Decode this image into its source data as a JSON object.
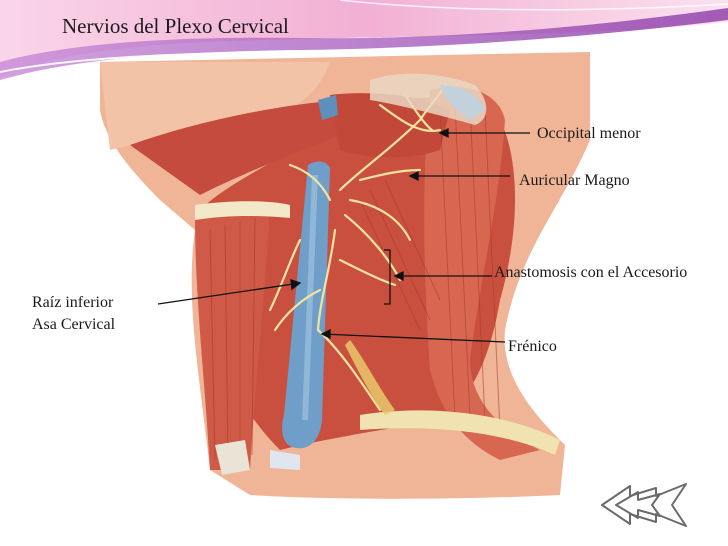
{
  "slide": {
    "title": "Nervios del Plexo Cervical"
  },
  "labels": {
    "occipital_menor": "Occipital menor",
    "auricular_magno": "Auricular Magno",
    "anastomosis": "Anastomosis con el Accesorio",
    "raiz_inferior_line1": "Raíz inferior",
    "raiz_inferior_line2": "Asa Cervical",
    "frenico": "Frénico"
  },
  "navigation": {
    "back_icon": "double-arrow-left-icon"
  },
  "colors": {
    "banner_pink": "#e76fb0",
    "banner_purple": "#a54fc0",
    "muscle": "#c9503f",
    "vein": "#6f9fc8",
    "nerve": "#f3e3a0",
    "skin": "#f2b79a"
  }
}
